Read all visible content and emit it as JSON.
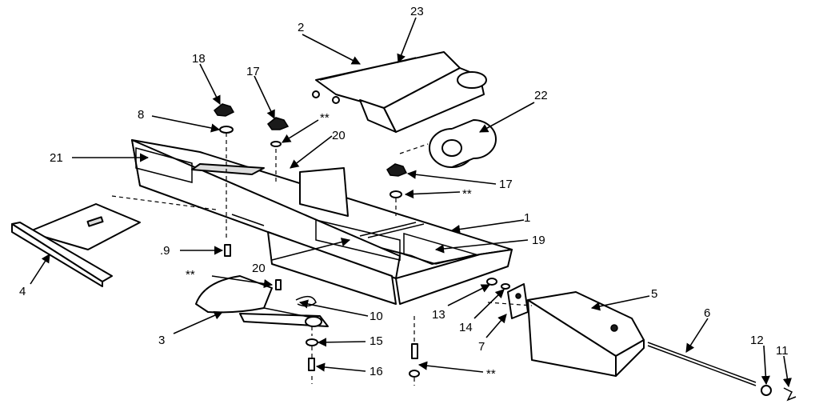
{
  "callouts": {
    "c1": "1",
    "c2": "2",
    "c3": "3",
    "c4": "4",
    "c5": "5",
    "c6": "6",
    "c7": "7",
    "c8": "8",
    "c9": ".9",
    "c10": "10",
    "c11": "11",
    "c12": "12",
    "c13": "13",
    "c14": "14",
    "c15": "15",
    "c16": "16",
    "c17a": "17",
    "c17b": "17",
    "c18": "18",
    "c19": "19",
    "c20a": "20",
    "c20b": "20",
    "c21": "21",
    "c22": "22",
    "c23": "23",
    "star_a": "**",
    "star_b": "**",
    "star_c": "**",
    "star_d": "**"
  },
  "colors": {
    "ink": "#000000",
    "paper": "#ffffff",
    "shade": "#dcdcdc"
  }
}
